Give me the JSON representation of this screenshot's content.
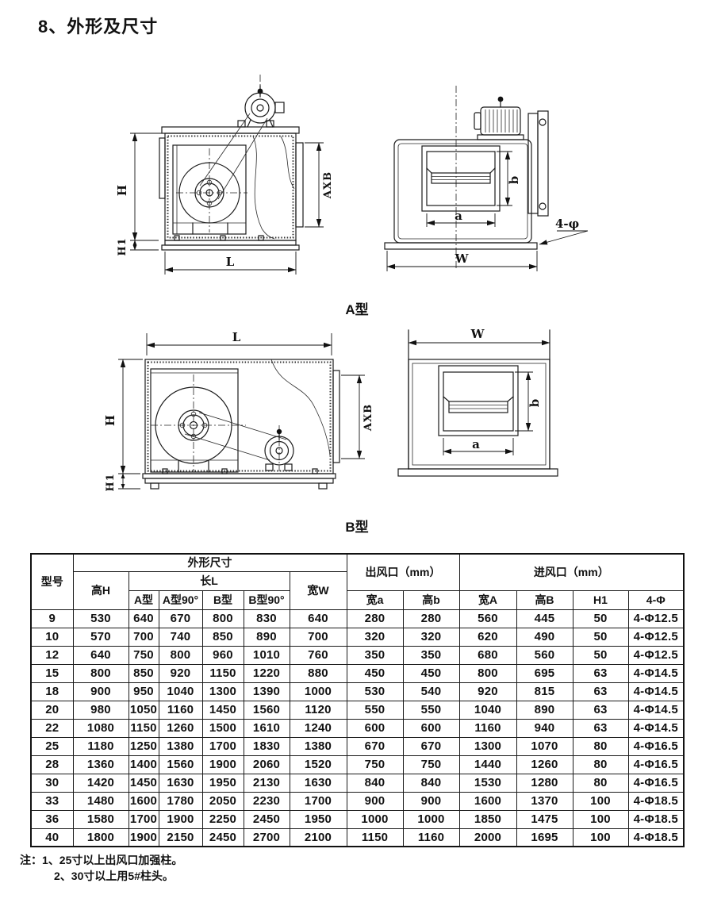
{
  "page": {
    "title": "8、外形及尺寸"
  },
  "figures": {
    "type_a_label": "A型",
    "type_b_label": "B型",
    "dims": {
      "h": "H",
      "h1": "H1",
      "l": "L",
      "axb": "AXB",
      "w": "W",
      "a": "a",
      "b": "b",
      "four_phi": "4-φ"
    }
  },
  "table": {
    "headers": {
      "model": "型号",
      "outline_group": "外形尺寸",
      "outlet_group": "出风口（mm）",
      "inlet_group": "进风口（mm）",
      "height": "高H",
      "length_group": "长L",
      "width": "宽W",
      "len_a": "A型",
      "len_a90": "A型90°",
      "len_b": "B型",
      "len_b90": "B型90°",
      "out_w": "宽a",
      "out_h": "高b",
      "in_w": "宽A",
      "in_h": "高B",
      "h1": "H1",
      "phi": "4-Φ"
    },
    "rows": [
      [
        "9",
        "530",
        "640",
        "670",
        "800",
        "830",
        "640",
        "280",
        "280",
        "560",
        "445",
        "50",
        "4-Φ12.5"
      ],
      [
        "10",
        "570",
        "700",
        "740",
        "850",
        "890",
        "700",
        "320",
        "320",
        "620",
        "490",
        "50",
        "4-Φ12.5"
      ],
      [
        "12",
        "640",
        "750",
        "800",
        "960",
        "1010",
        "760",
        "350",
        "350",
        "680",
        "560",
        "50",
        "4-Φ12.5"
      ],
      [
        "15",
        "800",
        "850",
        "920",
        "1150",
        "1220",
        "880",
        "450",
        "450",
        "800",
        "695",
        "63",
        "4-Φ14.5"
      ],
      [
        "18",
        "900",
        "950",
        "1040",
        "1300",
        "1390",
        "1000",
        "530",
        "540",
        "920",
        "815",
        "63",
        "4-Φ14.5"
      ],
      [
        "20",
        "980",
        "1050",
        "1160",
        "1450",
        "1560",
        "1120",
        "550",
        "550",
        "1040",
        "890",
        "63",
        "4-Φ14.5"
      ],
      [
        "22",
        "1080",
        "1150",
        "1260",
        "1500",
        "1610",
        "1240",
        "600",
        "600",
        "1160",
        "940",
        "63",
        "4-Φ14.5"
      ],
      [
        "25",
        "1180",
        "1250",
        "1380",
        "1700",
        "1830",
        "1380",
        "670",
        "670",
        "1300",
        "1070",
        "80",
        "4-Φ16.5"
      ],
      [
        "28",
        "1360",
        "1400",
        "1560",
        "1900",
        "2060",
        "1520",
        "750",
        "750",
        "1440",
        "1260",
        "80",
        "4-Φ16.5"
      ],
      [
        "30",
        "1420",
        "1450",
        "1630",
        "1950",
        "2130",
        "1630",
        "840",
        "840",
        "1530",
        "1280",
        "80",
        "4-Φ16.5"
      ],
      [
        "33",
        "1480",
        "1600",
        "1780",
        "2050",
        "2230",
        "1700",
        "900",
        "900",
        "1600",
        "1370",
        "100",
        "4-Φ18.5"
      ],
      [
        "36",
        "1580",
        "1700",
        "1900",
        "2250",
        "2450",
        "1950",
        "1000",
        "1000",
        "1850",
        "1475",
        "100",
        "4-Φ18.5"
      ],
      [
        "40",
        "1800",
        "1900",
        "2150",
        "2450",
        "2700",
        "2100",
        "1150",
        "1160",
        "2000",
        "1695",
        "100",
        "4-Φ18.5"
      ]
    ]
  },
  "notes": {
    "line1": "注：1、25寸以上出风口加强柱。",
    "line2": "2、30寸以上用5#柱头。"
  }
}
